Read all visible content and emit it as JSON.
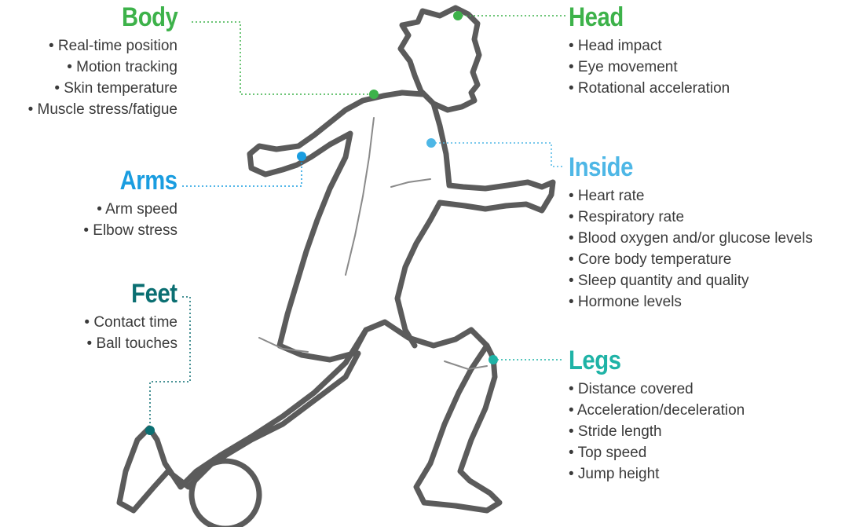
{
  "colors": {
    "head": "#3db24a",
    "body": "#3db24a",
    "inside": "#4eb7e6",
    "arms": "#1a9de0",
    "legs": "#1fb3a6",
    "feet": "#0b6f72",
    "figure_stroke": "#5b5b5b",
    "text": "#3a3a3a"
  },
  "groups": {
    "head": {
      "title": "Head",
      "items": [
        "Head impact",
        "Eye movement",
        "Rotational acceleration"
      ]
    },
    "body": {
      "title": "Body",
      "items": [
        "Real-time position",
        "Motion tracking",
        "Skin temperature",
        "Muscle stress/fatigue"
      ]
    },
    "arms": {
      "title": "Arms",
      "items": [
        "Arm speed",
        "Elbow stress"
      ]
    },
    "feet": {
      "title": "Feet",
      "items": [
        "Contact time",
        "Ball touches"
      ]
    },
    "inside": {
      "title": "Inside",
      "items": [
        "Heart rate",
        "Respiratory rate",
        "Blood oxygen and/or glucose levels",
        "Core body temperature",
        "Sleep quantity and quality",
        "Hormone levels"
      ]
    },
    "legs": {
      "title": "Legs",
      "items": [
        "Distance covered",
        "Acceleration/deceleration",
        "Stride length",
        "Top speed",
        "Jump height"
      ]
    }
  }
}
